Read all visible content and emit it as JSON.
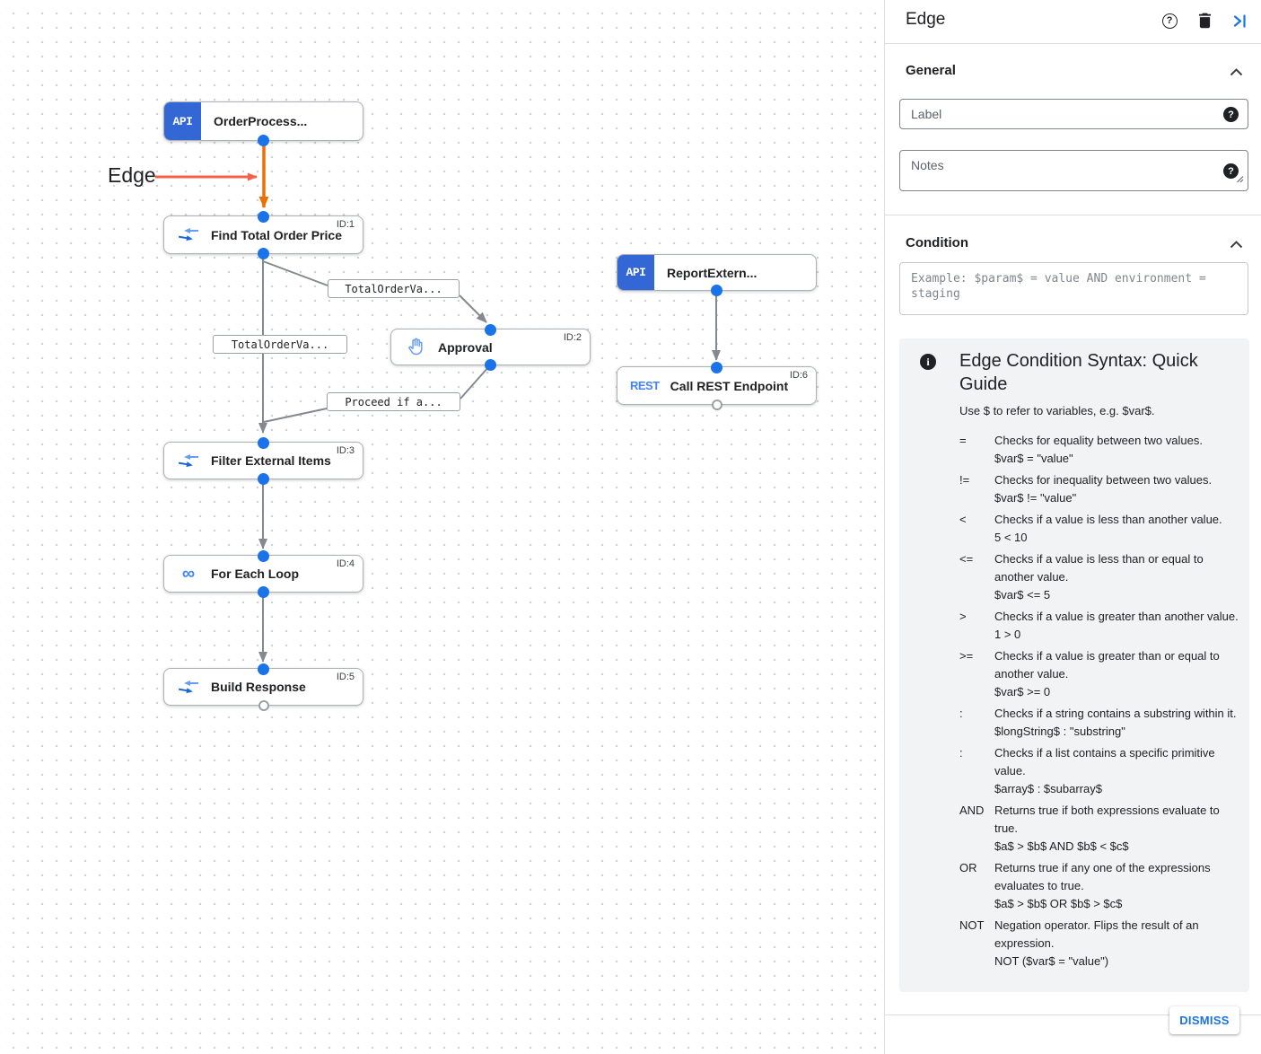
{
  "canvas": {
    "annotation_label": "Edge",
    "nodes": {
      "order_process": {
        "badge": "API",
        "label": "OrderProcess..."
      },
      "find_total": {
        "id": "ID:1",
        "label": "Find Total Order Price"
      },
      "approval": {
        "id": "ID:2",
        "label": "Approval"
      },
      "filter": {
        "id": "ID:3",
        "label": "Filter External Items"
      },
      "foreach": {
        "id": "ID:4",
        "label": "For Each Loop"
      },
      "build": {
        "id": "ID:5",
        "label": "Build Response"
      },
      "report_extern": {
        "badge": "API",
        "label": "ReportExtern..."
      },
      "call_rest": {
        "id": "ID:6",
        "badge": "REST",
        "label": "Call REST Endpoint"
      }
    },
    "edge_labels": {
      "to_approval": "TotalOrderVa...",
      "to_filter": "TotalOrderVa...",
      "from_approval": "Proceed if a..."
    }
  },
  "panel": {
    "title": "Edge",
    "general": {
      "heading": "General",
      "label_placeholder": "Label",
      "notes_placeholder": "Notes"
    },
    "condition": {
      "heading": "Condition",
      "placeholder": "Example: $param$ = value AND environment = staging"
    },
    "guide": {
      "title": "Edge Condition Syntax: Quick Guide",
      "subtitle": "Use $ to refer to variables, e.g. $var$.",
      "rows": [
        {
          "op": "=",
          "desc": "Checks for equality between two values.",
          "example": "$var$ = \"value\""
        },
        {
          "op": "!=",
          "desc": "Checks for inequality between two values.",
          "example": "$var$ != \"value\""
        },
        {
          "op": "<",
          "desc": "Checks if a value is less than another value.",
          "example": "5 < 10"
        },
        {
          "op": "<=",
          "desc": "Checks if a value is less than or equal to another value.",
          "example": "$var$ <= 5"
        },
        {
          "op": ">",
          "desc": "Checks if a value is greater than another value.",
          "example": "1 > 0"
        },
        {
          "op": ">=",
          "desc": "Checks if a value is greater than or equal to another value.",
          "example": "$var$ >= 0"
        },
        {
          "op": ":",
          "desc": "Checks if a string contains a substring within it.",
          "example": "$longString$ : \"substring\""
        },
        {
          "op": ":",
          "desc": "Checks if a list contains a specific primitive value.",
          "example": "$array$ : $subarray$"
        },
        {
          "op": "AND",
          "desc": "Returns true if both expressions evaluate to true.",
          "example": "$a$ > $b$ AND $b$ < $c$"
        },
        {
          "op": "OR",
          "desc": "Returns true if any one of the expressions evaluates to true.",
          "example": "$a$ > $b$ OR $b$ > $c$"
        },
        {
          "op": "NOT",
          "desc": "Negation operator. Flips the result of an expression.",
          "example": "NOT ($var$ = \"value\")"
        }
      ]
    },
    "dismiss_label": "DISMISS"
  },
  "colors": {
    "accent_blue": "#1A73E8",
    "edge_orange": "#E8710A",
    "annotation_red": "#F4604B",
    "icon_blue": "#4285F4",
    "api_badge_blue": "#3367D6"
  }
}
